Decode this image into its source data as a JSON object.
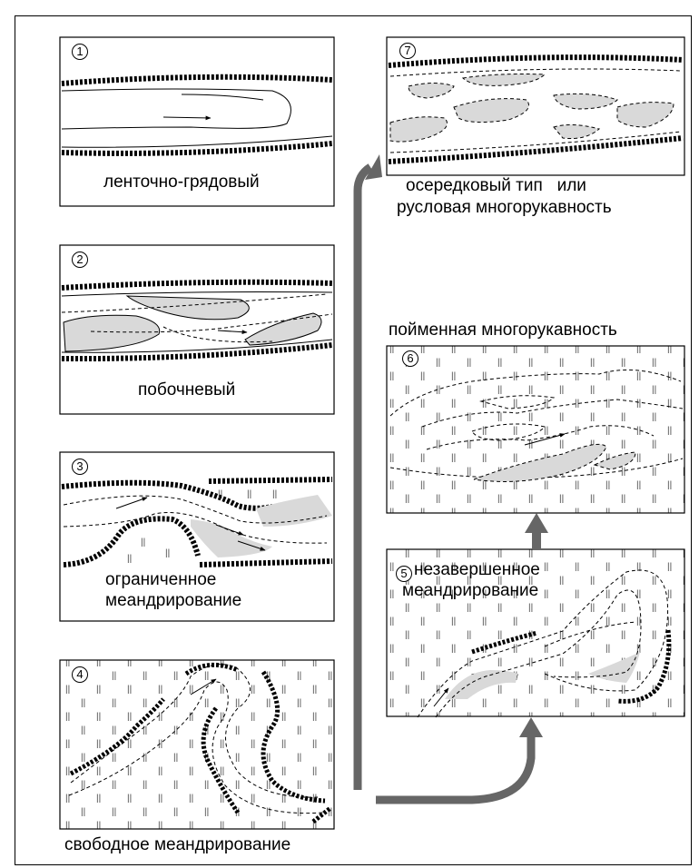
{
  "panels": {
    "p1": {
      "number": "1",
      "label": "ленточно-грядовый"
    },
    "p2": {
      "number": "2",
      "label": "побочневый"
    },
    "p3": {
      "number": "3",
      "label_line1": "ограниченное",
      "label_line2": "меандрирование"
    },
    "p4": {
      "number": "4",
      "label": "свободное меандрирование"
    },
    "p5": {
      "number": "5",
      "label_line1": "незавершенное",
      "label_line2": "меандрирование"
    },
    "p6": {
      "number": "6",
      "label": "пойменная многорукавность"
    },
    "p7": {
      "number": "7",
      "label_line1": "осередковый тип   или",
      "label_line2": "русловая многорукавность"
    }
  },
  "colors": {
    "bar": "#d9d9d9",
    "arrow": "#666666",
    "line": "#000000"
  },
  "floodplain_mark": "||"
}
